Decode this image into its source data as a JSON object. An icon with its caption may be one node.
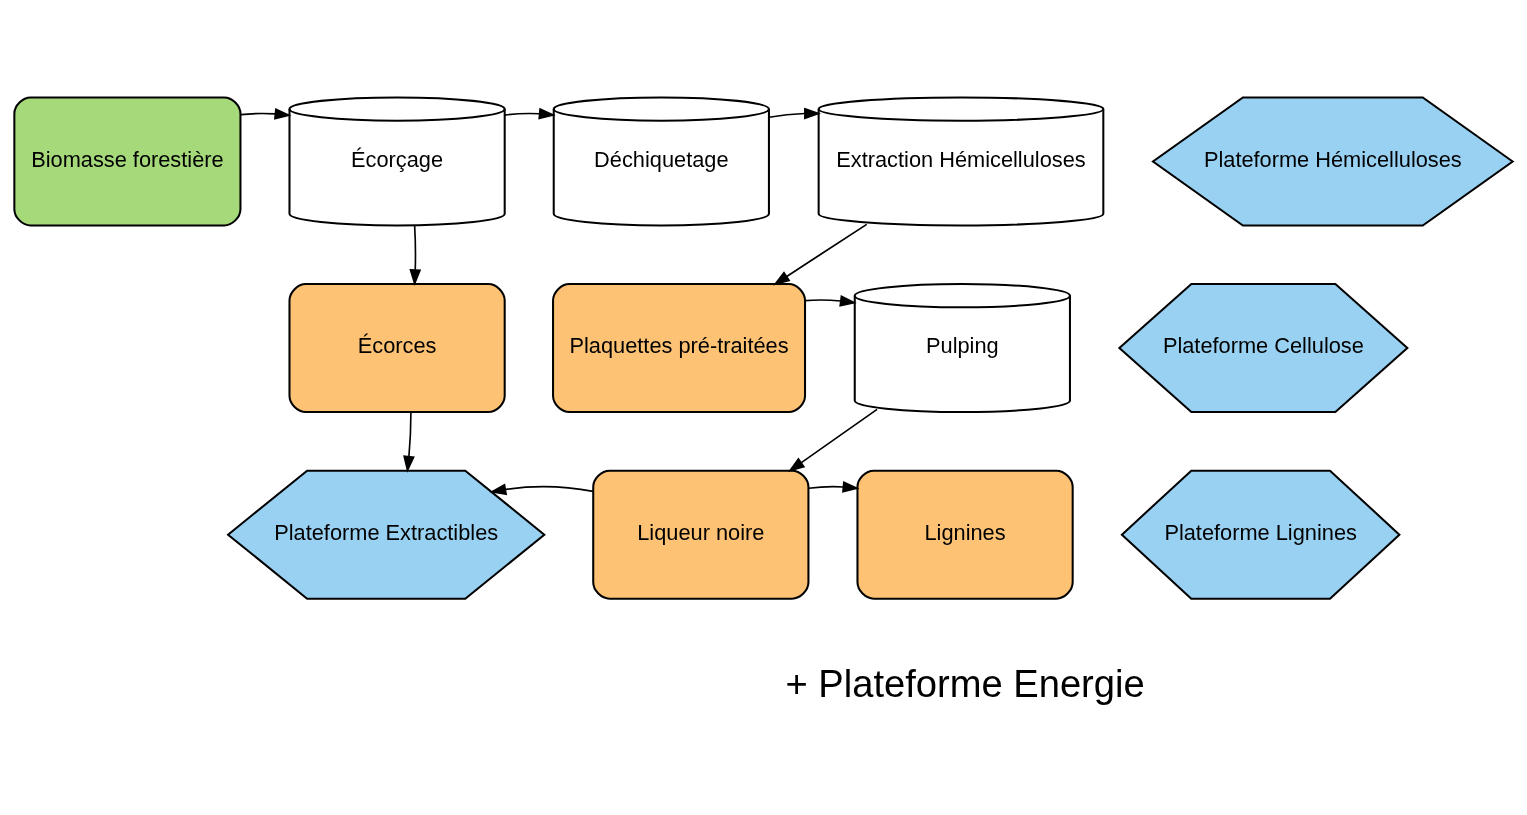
{
  "diagram": {
    "nodes": [
      {
        "text": [
          "Biomasse forestière"
        ]
      },
      {
        "text": [
          "Écorçage"
        ]
      },
      {
        "text": [
          "Déchiquetage"
        ]
      },
      {
        "text": [
          "Extraction Hémicelluloses"
        ]
      },
      {
        "text": [
          "Plateforme Hémicelluloses"
        ]
      },
      {
        "text": [
          "Écorces"
        ]
      },
      {
        "text": [
          "Plaquettes pré-traitées"
        ]
      },
      {
        "text": [
          "Pulping"
        ]
      },
      {
        "text": [
          "Plateforme Cellulose"
        ]
      },
      {
        "text": [
          "Plateforme Extractibles"
        ]
      },
      {
        "text": [
          "Liqueur noire"
        ]
      },
      {
        "text": [
          "Lignines"
        ]
      },
      {
        "text": [
          "Plateforme Lignines"
        ]
      }
    ],
    "edges": [
      {
        "from": 0,
        "to": 1,
        "arrow": "to"
      },
      {
        "from": 1,
        "to": 2,
        "arrow": "to"
      },
      {
        "from": 2,
        "to": 3,
        "arrow": "to"
      },
      {
        "from": 1,
        "to": 5,
        "arrow": "to"
      },
      {
        "from": 3,
        "to": 6,
        "arrow": "to"
      },
      {
        "from": 6,
        "to": 7,
        "arrow": "to"
      },
      {
        "from": 5,
        "to": 9,
        "arrow": "to"
      },
      {
        "from": 7,
        "to": 10,
        "arrow": "to"
      },
      {
        "from": 10,
        "to": 9,
        "arrow": "to"
      },
      {
        "from": 10,
        "to": 11,
        "arrow": "to"
      }
    ],
    "labels": [
      "+ Plateforme Energie"
    ]
  }
}
